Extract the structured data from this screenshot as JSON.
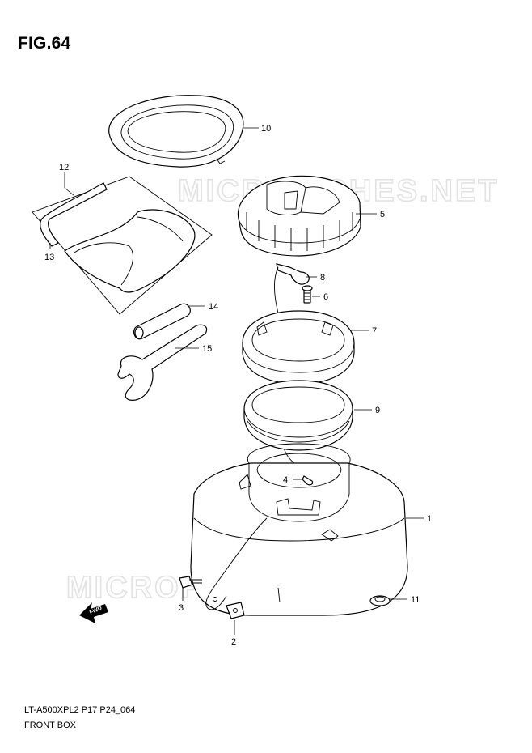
{
  "figure": {
    "title": "FIG.64",
    "code": "LT-A500XPL2 P17 P24_064",
    "name": "FRONT BOX",
    "watermark": "MICROFICHES.NET",
    "direction_label": "FWD"
  },
  "callouts": [
    {
      "id": "1",
      "label": "1"
    },
    {
      "id": "2",
      "label": "2"
    },
    {
      "id": "3",
      "label": "3"
    },
    {
      "id": "4",
      "label": "4"
    },
    {
      "id": "5",
      "label": "5"
    },
    {
      "id": "6",
      "label": "6"
    },
    {
      "id": "7",
      "label": "7"
    },
    {
      "id": "8",
      "label": "8"
    },
    {
      "id": "9",
      "label": "9"
    },
    {
      "id": "10",
      "label": "10"
    },
    {
      "id": "11",
      "label": "11"
    },
    {
      "id": "12",
      "label": "12"
    },
    {
      "id": "13",
      "label": "13"
    },
    {
      "id": "14",
      "label": "14"
    },
    {
      "id": "15",
      "label": "15"
    }
  ]
}
